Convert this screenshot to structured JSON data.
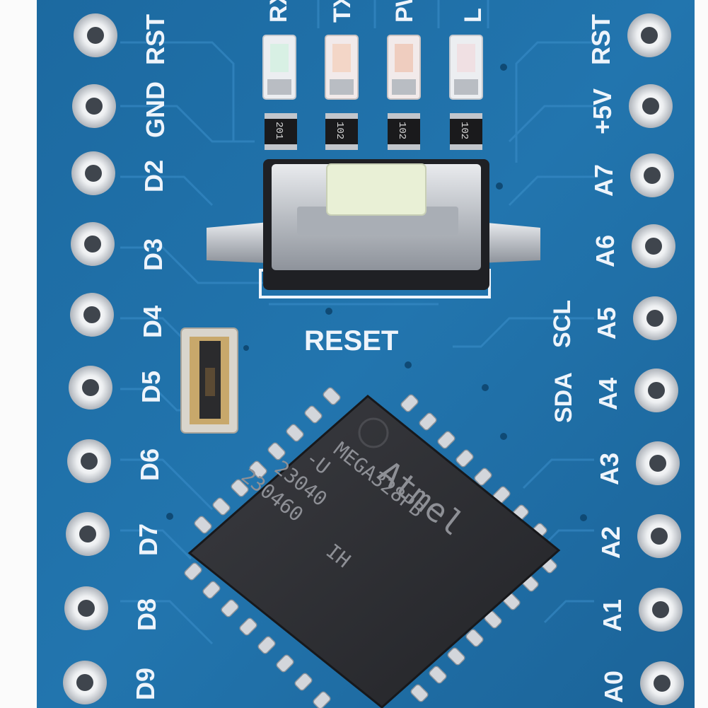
{
  "board": {
    "colors": {
      "pcb": "#1f6fa6",
      "pcb_dark": "#155a8a",
      "trace": "#2a82bf",
      "silk": "#eef4fb",
      "chip": "#2b2c31",
      "pad": "#c9ccd2"
    },
    "left_pins": [
      "RST",
      "GND",
      "D2",
      "D3",
      "D4",
      "D5",
      "D6",
      "D7",
      "D8",
      "D9"
    ],
    "right_pins": [
      "RST",
      "+5V",
      "A7",
      "A6",
      "A5",
      "A4",
      "A3",
      "A2",
      "A1",
      "A0"
    ],
    "led_labels": [
      "RX",
      "TX",
      "PW",
      "L"
    ],
    "resistor_codes": [
      "201",
      "102",
      "102",
      "102"
    ],
    "reset_label": "RESET",
    "i2c_labels": {
      "scl": "SCL",
      "sda": "SDA"
    },
    "chip": {
      "brand": "Atmel",
      "model": "MEGA328PB",
      "suffix": "-U",
      "line1": "23040",
      "line2": "230460",
      "line3": "IH"
    }
  }
}
